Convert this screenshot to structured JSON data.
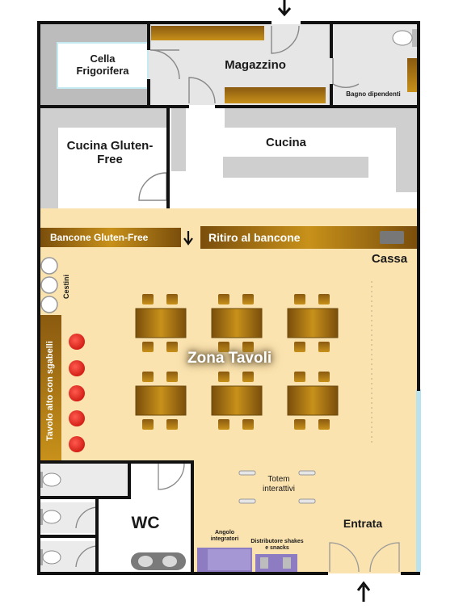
{
  "rooms": {
    "cella_frigorifera": "Cella Frigorifera",
    "magazzino": "Magazzino",
    "bagno_dipendenti": "Bagno dipendenti",
    "cucina_gluten_free": "Cucina Gluten-Free",
    "cucina": "Cucina",
    "wc": "WC",
    "entrata": "Entrata",
    "cassa": "Cassa"
  },
  "counters": {
    "bancone_gluten_free": "Bancone Gluten-Free",
    "ritiro_al_bancone": "Ritiro al bancone"
  },
  "areas": {
    "zona_tavoli": "Zona Tavoli",
    "tavolo_alto": "Tavolo alto con sgabelli",
    "cestini": "Cestini",
    "totem": "Totem interattivi",
    "angolo_integratori": "Angolo integratori",
    "distributore": "Distributore shakes e snacks"
  },
  "colors": {
    "floor": "#fbe3b0",
    "wall": "#111111",
    "wood": "#b8860b",
    "stool": "#e53935",
    "purple": "#8e7cc3",
    "light_blue": "#b7e2ee",
    "appliance": "#c9c9c9"
  },
  "icons": [
    "arrow-down-icon",
    "arrow-up-icon",
    "door-arc-icon",
    "toilet-icon",
    "sink-icon",
    "table-icon",
    "chair-icon",
    "stool-icon",
    "bin-icon"
  ]
}
